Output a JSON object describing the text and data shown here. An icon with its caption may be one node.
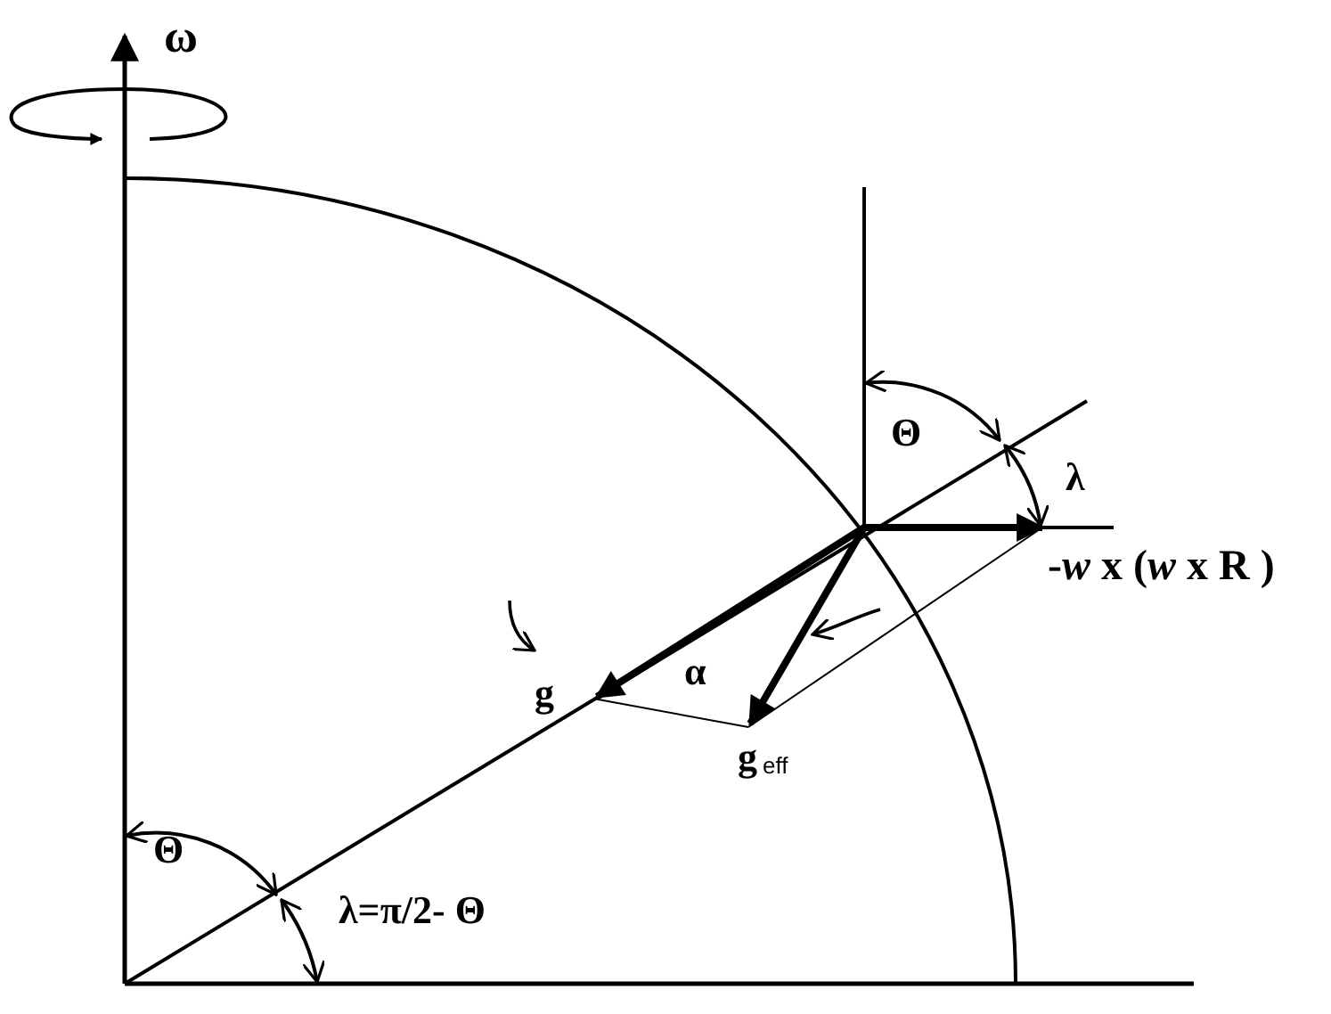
{
  "diagram": {
    "labels": [
      "ω",
      "Θ",
      "λ",
      "-*w* x (*w* x **R** )",
      "g",
      "α",
      "g$_{eff}$",
      "Θ",
      "λ=π/2- Θ"
    ]
  }
}
